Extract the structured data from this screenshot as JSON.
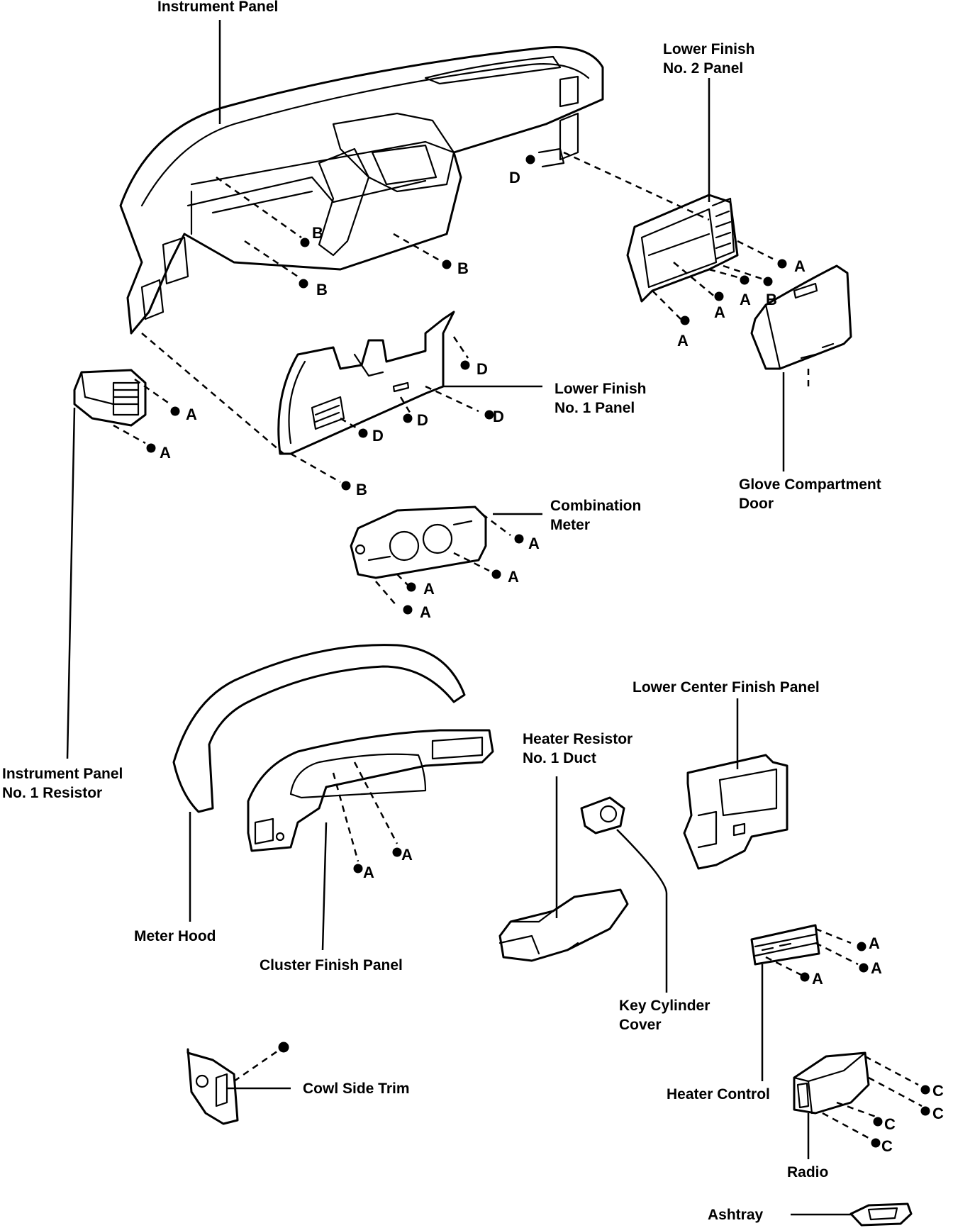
{
  "labels": {
    "instrument_panel": "Instrument Panel",
    "lower_finish_no2_line1": "Lower Finish",
    "lower_finish_no2_line2": "No. 2 Panel",
    "lower_finish_no1_line1": "Lower Finish",
    "lower_finish_no1_line2": "No. 1 Panel",
    "glove_line1": "Glove Compartment",
    "glove_line2": "Door",
    "combination_line1": "Combination",
    "combination_line2": "Meter",
    "ip_resistor_line1": "Instrument Panel",
    "ip_resistor_line2": "No. 1 Resistor",
    "lower_center": "Lower Center Finish Panel",
    "heater_resistor_line1": "Heater Resistor",
    "heater_resistor_line2": "No. 1 Duct",
    "meter_hood": "Meter Hood",
    "cluster_finish": "Cluster Finish Panel",
    "key_cylinder_line1": "Key Cylinder",
    "key_cylinder_line2": "Cover",
    "cowl_side": "Cowl Side Trim",
    "heater_control": "Heater Control",
    "radio": "Radio",
    "ashtray": "Ashtray"
  },
  "fastener_codes": {
    "a": "A",
    "b": "B",
    "c": "C",
    "d": "D"
  }
}
